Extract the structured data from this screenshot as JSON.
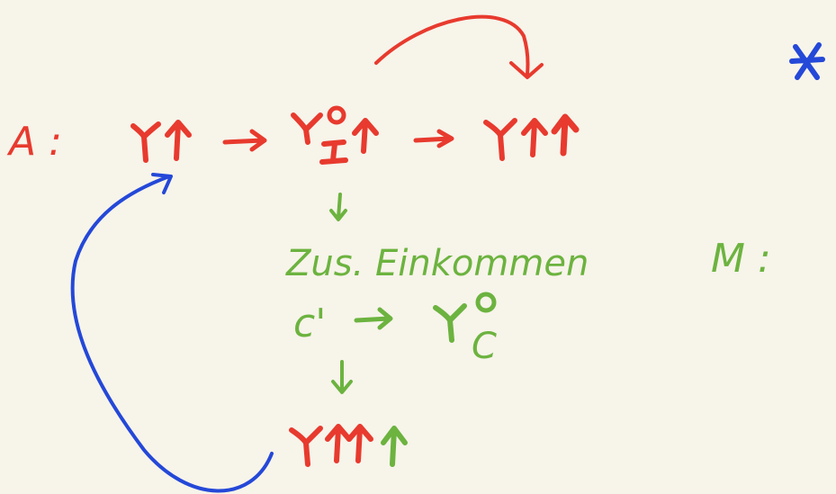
{
  "colors": {
    "background": "#f7f4ea",
    "red": "#e83a2e",
    "green": "#6cb33f",
    "blue": "#2448d8"
  },
  "labels": {
    "row_a": "A :",
    "sup_0": "0",
    "sub_I": "I",
    "sub_C": "C",
    "zus_einkommen": "Zus. Einkommen",
    "c_prime": "c'",
    "label_mu": "M :",
    "star": "*"
  },
  "icons": [
    "arrow-right-icon",
    "arrow-down-icon",
    "arrow-up-icon",
    "curved-arrow-icon"
  ]
}
